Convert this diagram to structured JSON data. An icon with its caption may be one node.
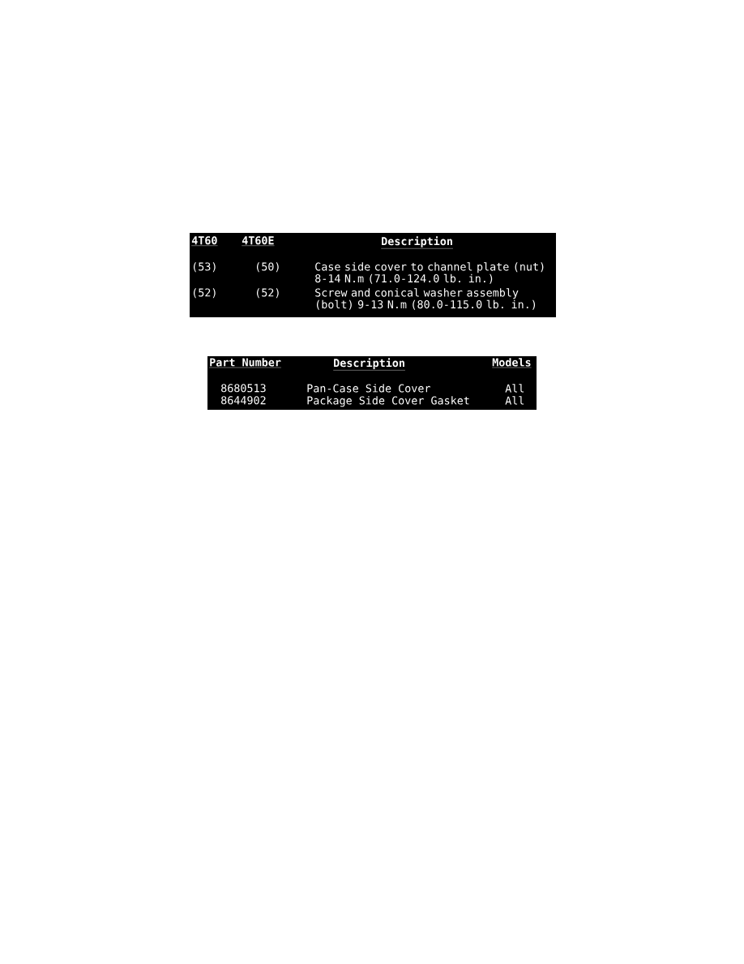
{
  "diagram": {
    "labels": [
      "4T60",
      "4T60E",
      "Description",
      "(53)",
      "(50)",
      "Case side cover to channel plate (nut) 8-14 N.m (71.0-124.0 lb. in.)",
      "(52)",
      "(52)",
      "Screw and conical washer assembly (bolt) 9-13 N.m (80.0-115.0 lb. in.)",
      "Part Number",
      "Description",
      "Models",
      "8680513",
      "Pan-Case Side Cover",
      "All",
      "8644902",
      "Package Side Cover Gasket",
      "All"
    ]
  }
}
